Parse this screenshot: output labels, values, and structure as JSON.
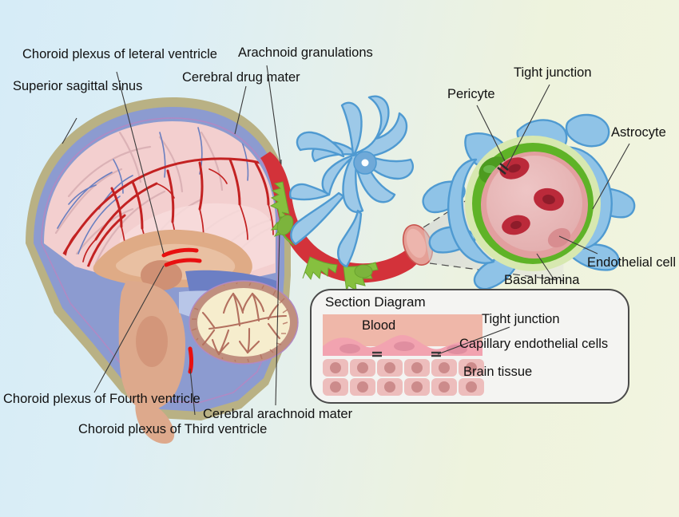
{
  "figure": {
    "domain": "biology-diagram",
    "subject": "Blood brain barrier and cerebrospinal fluid anatomy",
    "background_gradient": [
      "#d6ecf7",
      "#f2f4e0"
    ]
  },
  "labels": {
    "choroid_plexus_lateral": "Choroid plexus of leteral ventricle",
    "superior_sagittal_sinus": "Superior sagittal sinus",
    "cerebral_dura_mater": "Cerebral drug mater",
    "arachnoid_granulations": "Arachnoid granulations",
    "pericyte": "Pericyte",
    "tight_junction": "Tight junction",
    "astrocyte": "Astrocyte",
    "endothelial_cell": "Endothelial cell",
    "basal_lamina": "Basal lamina",
    "choroid_plexus_fourth": "Choroid plexus of Fourth ventricle",
    "choroid_plexus_third": "Choroid plexus of Third ventricle",
    "cerebral_arachnoid_mater": "Cerebral arachnoid mater"
  },
  "section_panel": {
    "title": "Section Diagram",
    "blood_label": "Blood",
    "tight_junction_label": "Tight junction",
    "capillary_label": "Capillary endothelial cells",
    "brain_tissue_label": "Brain tissue",
    "tissue_rows": 2,
    "tissue_cells_per_row": 6,
    "colors": {
      "panel_fill": "#f4f4f2",
      "panel_border": "#4a4a4a",
      "blood": "#efb7a9",
      "endothelium": "#f2a3b0",
      "tissue_cell": "#edbdbc",
      "nucleus": "#cc8b8b"
    }
  },
  "brain": {
    "colors": {
      "skull": "#b9b184",
      "dura_sinus": "#8c9bd0",
      "cortex": "#f3cfcf",
      "artery": "#c32222",
      "vein": "#6a7fc0",
      "corpus_callosum": "#dfab86",
      "brainstem": "#dda98c",
      "cerebellum_fill": "#f6edcd",
      "cerebellum_edge": "#c08f7f",
      "choroid_marker": "#e81010"
    }
  },
  "capillary_cross_section": {
    "colors": {
      "astrocyte": "#84bce4",
      "astrocyte_edge": "#4f9ad1",
      "basal_lamina_outer": "#cfe4a8",
      "basal_lamina": "#5fb327",
      "endothelium": "#edadad",
      "lumen": "#e8b9b9",
      "rbc": "#bb2a3a"
    },
    "red_blood_cells": 3
  }
}
